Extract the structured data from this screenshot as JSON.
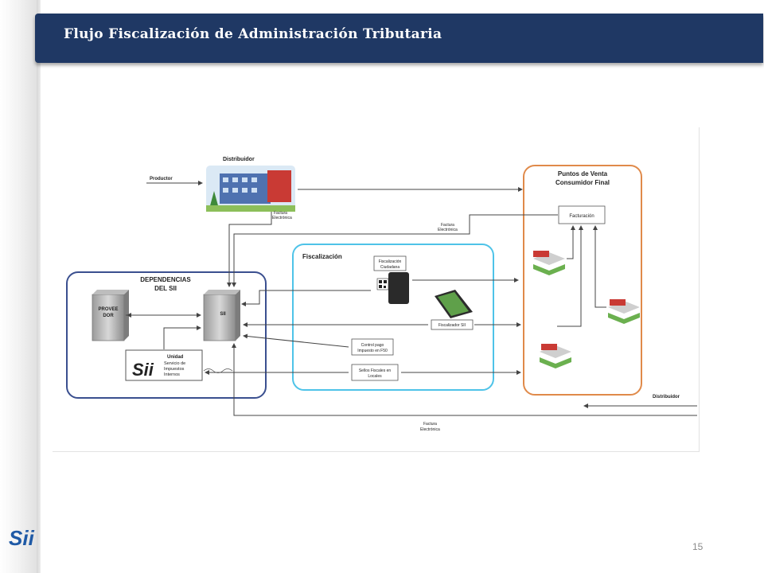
{
  "slide": {
    "title": "Flujo Fiscalización de Administración Tributaria",
    "page_number": "15",
    "logo_text": "Sii"
  },
  "diagram": {
    "producer_label": "Productor",
    "distributor_top_label": "Distribuidor",
    "distributor_invoice_l1": "Factura",
    "distributor_invoice_l2": "Electrónica",
    "invoice_mid_l1": "Factura",
    "invoice_mid_l2": "Electrónica",
    "invoice_bottom_l1": "Factura",
    "invoice_bottom_l2": "Electrónica",
    "distributor_bottom_label": "Distribuidor",
    "sii_group_l1": "DEPENDENCIAS",
    "sii_group_l2": "DEL SII",
    "server_provider_l1": "PROVEE",
    "server_provider_l2": "DOR",
    "server_sii": "SII",
    "unit_l1": "Unidad",
    "unit_l2": "Servicio de",
    "unit_l3": "Impuestos",
    "unit_l4": "Internos",
    "unit_logo": "Sii",
    "fiscal_group": "Fiscalización",
    "fiscal_citizen_l1": "Fiscalización",
    "fiscal_citizen_l2": "Ciudadana",
    "fiscal_sii": "Fiscalizador SII",
    "control_l1": "Control pago",
    "control_l2": "Impuesto en F50",
    "seals_l1": "Sellos Fiscales en",
    "seals_l2": "Locales",
    "pos_l1": "Puntos de Venta",
    "pos_l2": "Consumidor Final",
    "billing": "Facturación"
  },
  "colors": {
    "title_bar": "#1f3864",
    "sii_group_border": "#3a4f8f",
    "fiscal_group_border": "#4ec3e8",
    "pos_group_border": "#e08a4a",
    "pos_title": "#d9502a",
    "unit_red": "#c0302b"
  }
}
